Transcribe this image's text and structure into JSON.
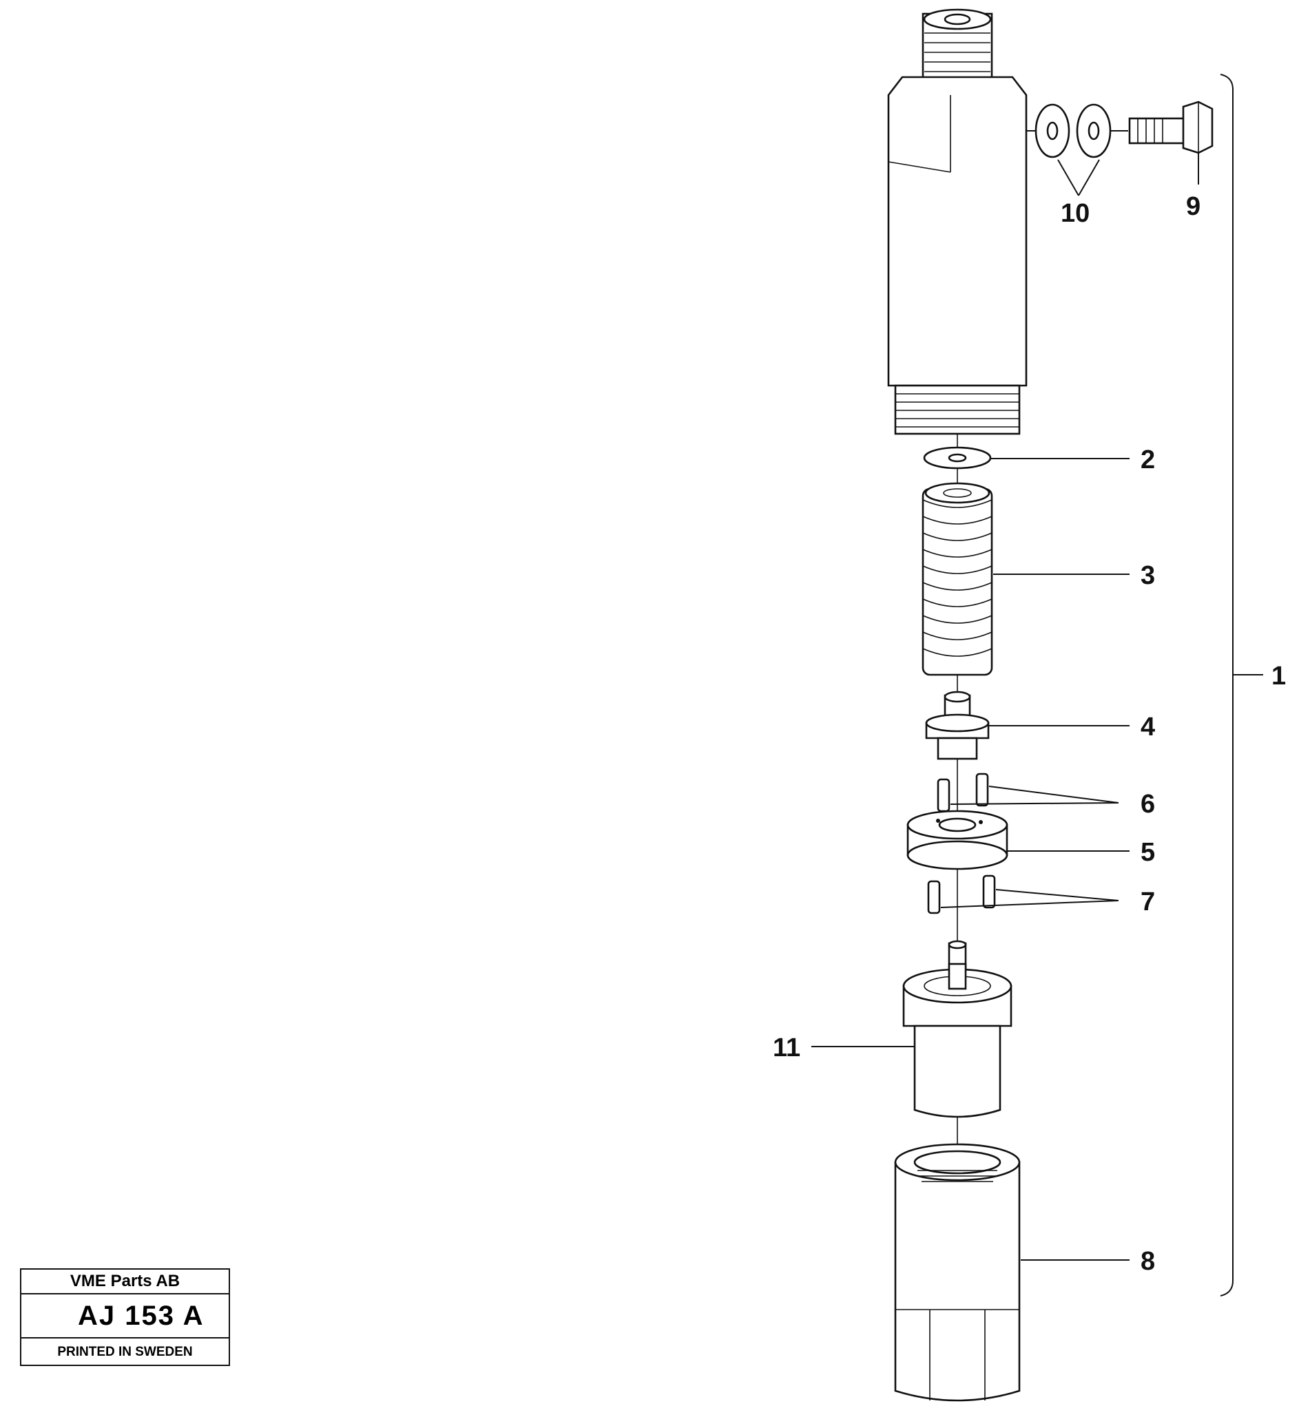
{
  "titleblock": {
    "company": "VME Parts AB",
    "code": "AJ 153 A",
    "printed": "PRINTED IN SWEDEN"
  },
  "callouts": [
    {
      "id": "1",
      "label": "1",
      "part": "injector-assembly"
    },
    {
      "id": "2",
      "label": "2",
      "part": "shim-washer"
    },
    {
      "id": "3",
      "label": "3",
      "part": "spring"
    },
    {
      "id": "4",
      "label": "4",
      "part": "pressure-pin"
    },
    {
      "id": "5",
      "label": "5",
      "part": "intermediate-disc"
    },
    {
      "id": "6",
      "label": "6",
      "part": "dowel-pins-upper"
    },
    {
      "id": "7",
      "label": "7",
      "part": "dowel-pins-lower"
    },
    {
      "id": "8",
      "label": "8",
      "part": "nozzle-nut"
    },
    {
      "id": "9",
      "label": "9",
      "part": "banjo-bolt"
    },
    {
      "id": "10",
      "label": "10",
      "part": "sealing-washers"
    },
    {
      "id": "11",
      "label": "11",
      "part": "nozzle"
    }
  ]
}
